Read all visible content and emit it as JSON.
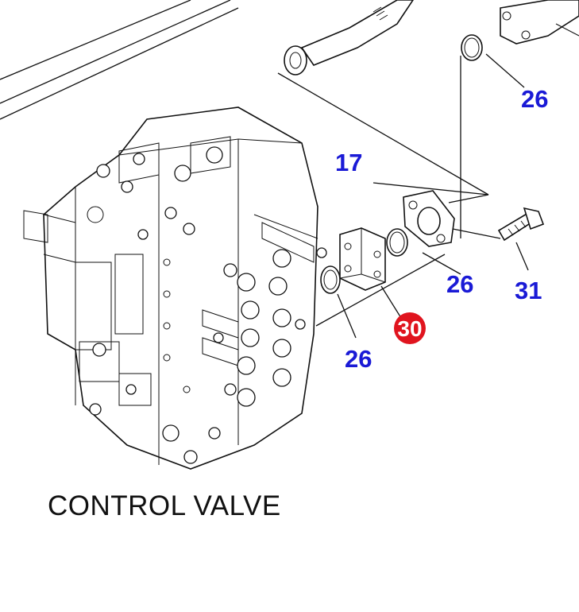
{
  "caption": "CONTROL VALVE",
  "callouts": {
    "c26_top": "26",
    "c17": "17",
    "c26_mid": "26",
    "c31": "31",
    "c30": "30",
    "c26_bottom": "26"
  },
  "highlight_color": "#e0141e",
  "callout_color": "#1a1ad6"
}
